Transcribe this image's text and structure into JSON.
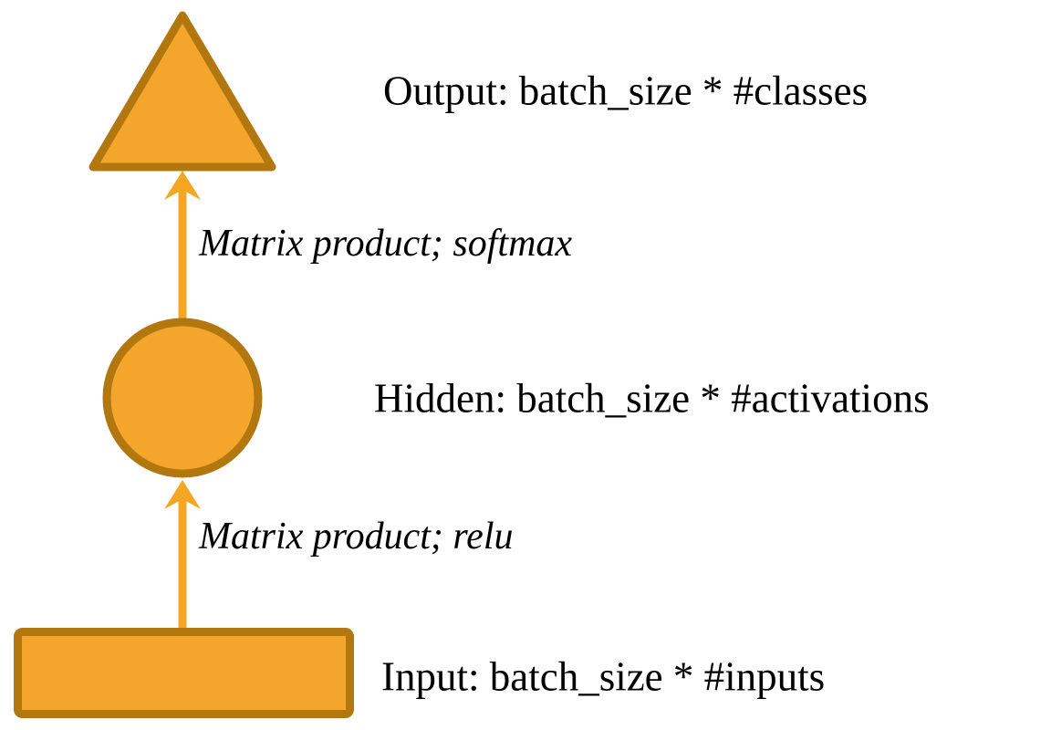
{
  "diagram": {
    "type": "neural-network-flow",
    "nodes": [
      {
        "id": "input",
        "shape": "rectangle",
        "label": "Input: batch_size * #inputs"
      },
      {
        "id": "hidden",
        "shape": "circle",
        "label": "Hidden: batch_size * #activations"
      },
      {
        "id": "output",
        "shape": "triangle",
        "label": "Output: batch_size * #classes"
      }
    ],
    "edges": [
      {
        "from": "input",
        "to": "hidden",
        "label": "Matrix product; relu"
      },
      {
        "from": "hidden",
        "to": "output",
        "label": "Matrix product; softmax"
      }
    ]
  },
  "colors": {
    "shape_fill": "#F4A62C",
    "shape_stroke": "#B2770E",
    "arrow": "#F5A623",
    "text": "#000000",
    "background": "#FFFFFF"
  }
}
